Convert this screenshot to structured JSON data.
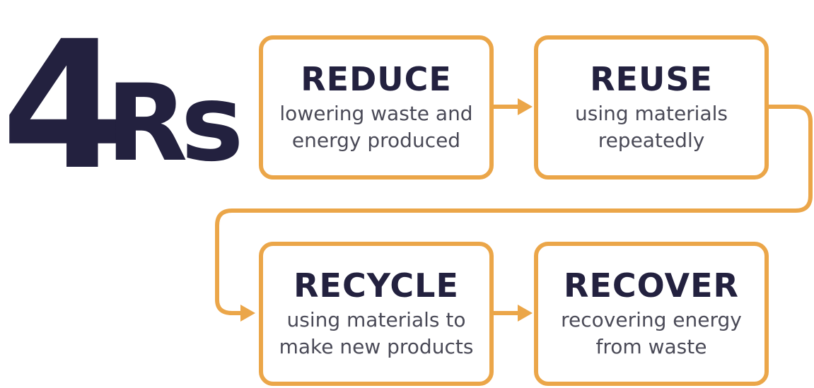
{
  "heading": {
    "number": "4",
    "letters": "Rs"
  },
  "steps": [
    {
      "title": "REDUCE",
      "description": "lowering waste and energy produced"
    },
    {
      "title": "REUSE",
      "description": "using materials repeatedly"
    },
    {
      "title": "RECYCLE",
      "description": "using materials to make new products"
    },
    {
      "title": "RECOVER",
      "description": "recovering energy from waste"
    }
  ],
  "colors": {
    "accent": "#eba649",
    "heading": "#23213f",
    "text": "#4a4a57"
  }
}
